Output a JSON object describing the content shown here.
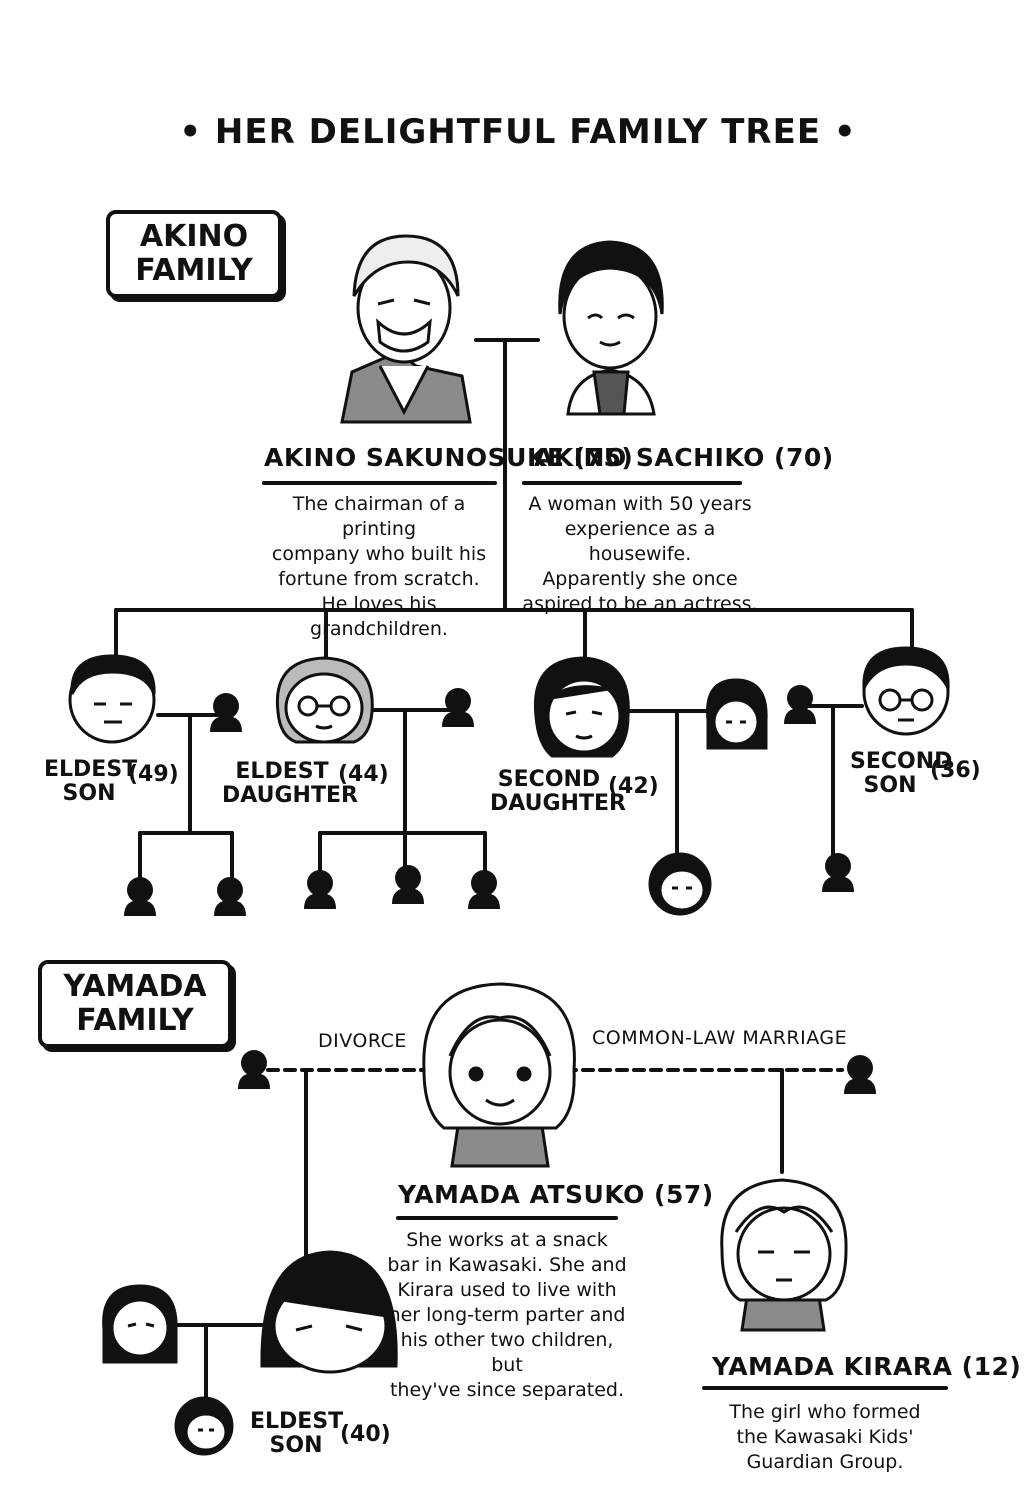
{
  "title": "• HER DELIGHTFUL FAMILY TREE •",
  "families": {
    "akino_label": [
      "AKINO",
      "FAMILY"
    ],
    "yamada_label": [
      "YAMADA",
      "FAMILY"
    ]
  },
  "akino": {
    "grandfather": {
      "name": "AKINO SAKUNOSUKE (75)",
      "description": [
        "The chairman of a printing",
        "company who built his",
        "fortune from scratch.",
        "He loves his grandchildren."
      ]
    },
    "grandmother": {
      "name": "AKINO SACHIKO (70)",
      "description": [
        "A woman with 50 years",
        "experience as a housewife.",
        "Apparently she once",
        "aspired to be an actress."
      ]
    },
    "children": [
      {
        "role": [
          "ELDEST",
          "SON"
        ],
        "age": "(49)"
      },
      {
        "role": [
          "ELDEST",
          "DAUGHTER"
        ],
        "age": "(44)"
      },
      {
        "role": [
          "SECOND",
          "DAUGHTER"
        ],
        "age": "(42)"
      },
      {
        "role": [
          "SECOND",
          "SON"
        ],
        "age": "(36)"
      }
    ]
  },
  "yamada": {
    "relation_left": "DIVORCE",
    "relation_right": "COMMON-LAW MARRIAGE",
    "mother": {
      "name": "YAMADA ATSUKO (57)",
      "description": [
        "She works at a snack",
        "bar in Kawasaki. She and",
        "Kirara used to live with",
        "her long-term parter and",
        "his other two children, but",
        "they've since separated."
      ]
    },
    "son": {
      "role": [
        "ELDEST",
        "SON"
      ],
      "age": "(40)"
    },
    "daughter": {
      "name": "YAMADA KIRARA (12)",
      "description": [
        "The girl who formed",
        "the Kawasaki Kids'",
        "Guardian Group."
      ]
    }
  }
}
